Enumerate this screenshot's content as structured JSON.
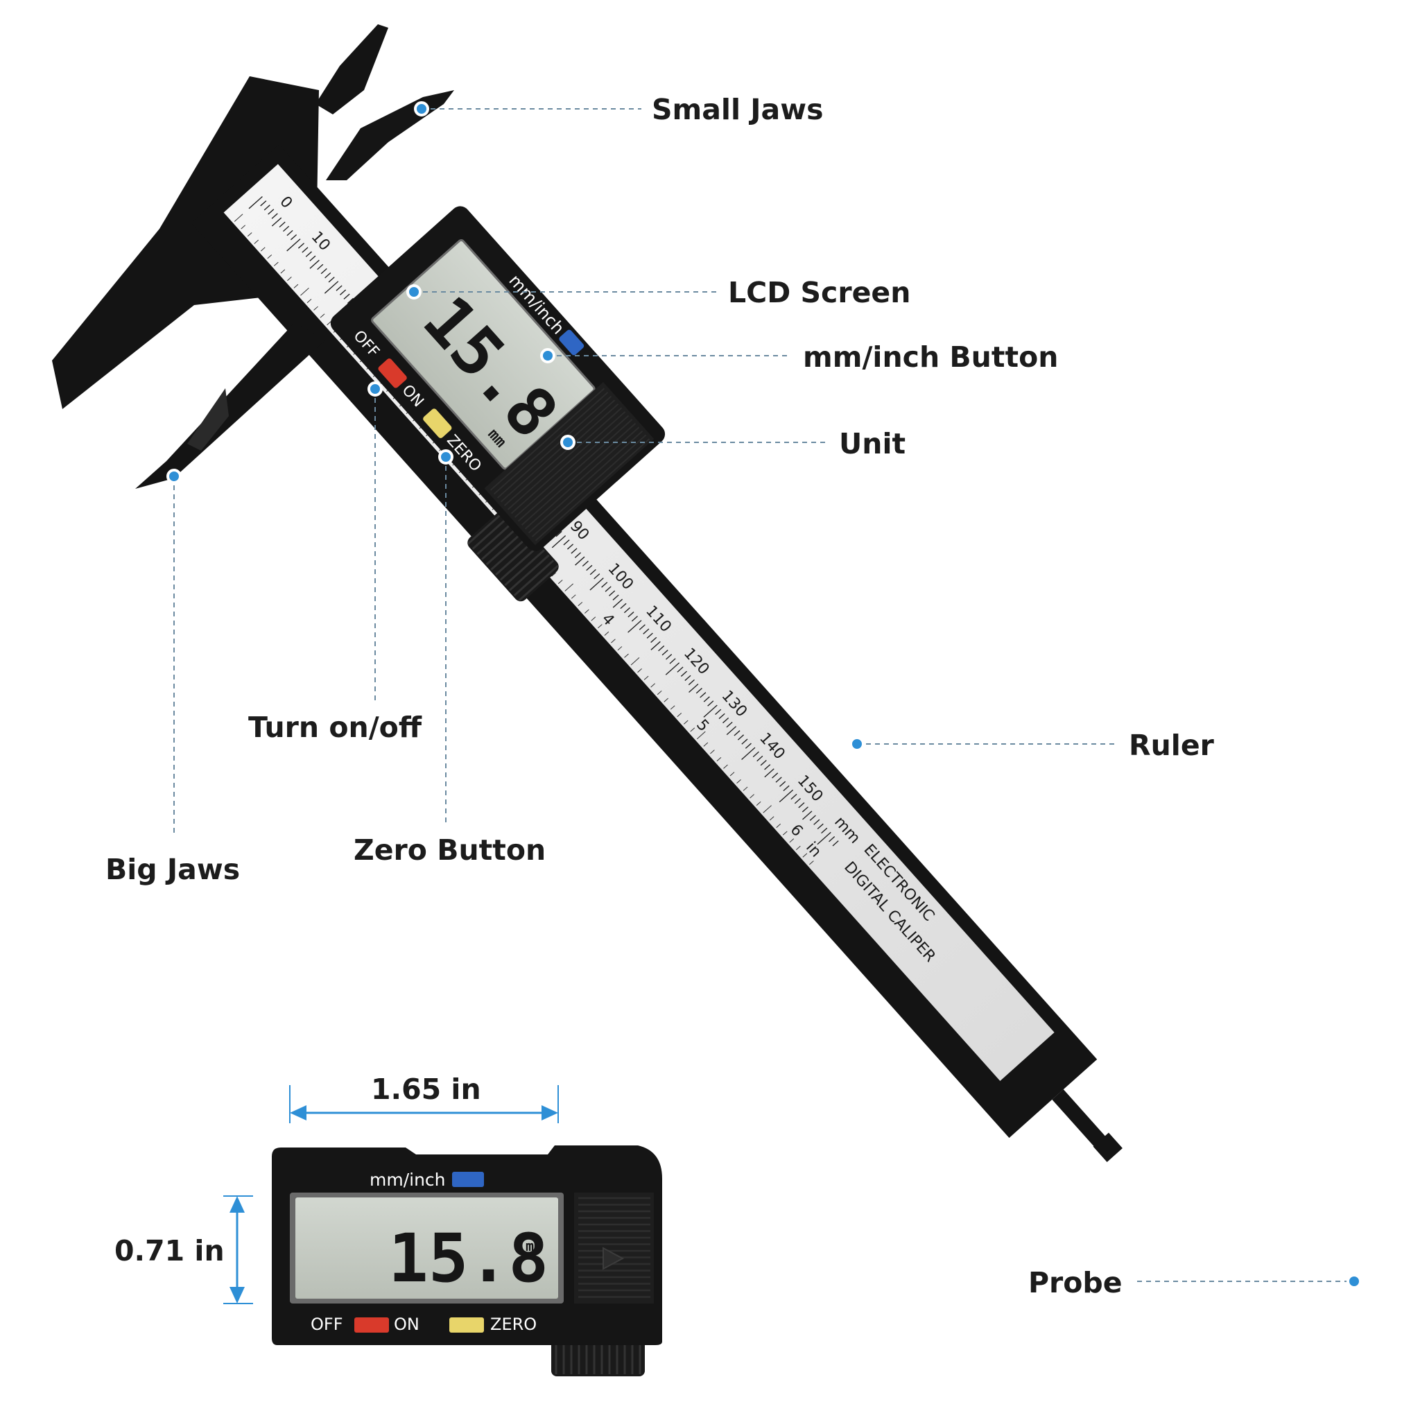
{
  "labels": {
    "small_jaws": "Small Jaws",
    "lcd_screen": "LCD Screen",
    "mm_inch_button": "mm/inch Button",
    "unit": "Unit",
    "turn_on_off": "Turn on/off",
    "big_jaws": "Big Jaws",
    "zero_button": "Zero Button",
    "ruler": "Ruler",
    "probe": "Probe"
  },
  "device": {
    "reading": "15.8",
    "unit": "mm",
    "mm_inch": "mm/inch",
    "off": "OFF",
    "on": "ON",
    "zero": "ZERO",
    "brand_line1": "ELECTRONIC",
    "brand_line2": "DIGITAL CALIPER",
    "scale_mm": "mm",
    "scale_in": "in"
  },
  "ruler": {
    "top_numbers": [
      "0",
      "10"
    ],
    "mm_numbers": [
      "90",
      "100",
      "110",
      "120",
      "130",
      "140",
      "150"
    ],
    "inch_numbers": [
      "4",
      "5",
      "6"
    ]
  },
  "dimensions": {
    "width": "1.65 in",
    "height": "0.71 in"
  },
  "colors": {
    "body": "#141414",
    "lcd": "#c7cdc5",
    "leader_dot": "#2e8fd6",
    "off_on_button": "#d93a2b",
    "mm_inch_button": "#2f66c4",
    "zero_button": "#e8d56a"
  }
}
